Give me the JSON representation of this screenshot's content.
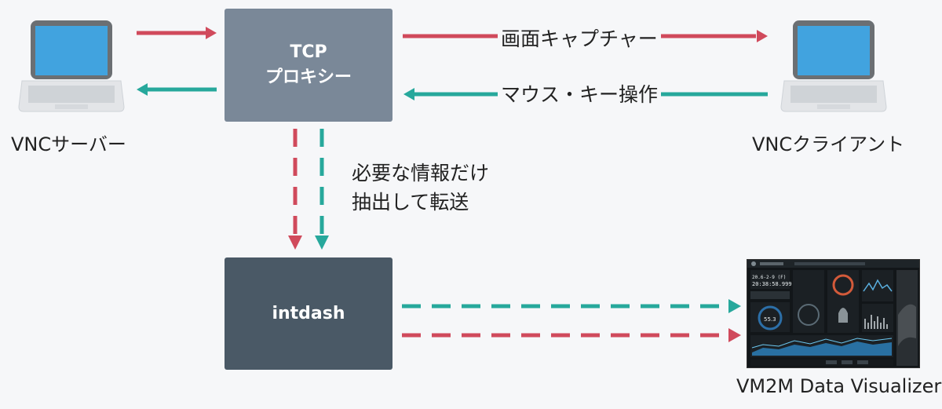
{
  "nodes": {
    "proxy": {
      "line1": "TCP",
      "line2": "プロキシー"
    },
    "intdash": {
      "label": "intdash"
    },
    "vnc_server": {
      "label": "VNCサーバー"
    },
    "vnc_client": {
      "label": "VNCクライアント"
    },
    "visualizer": {
      "label": "VM2M Data Visualizer"
    }
  },
  "edges": {
    "screen_capture": "画面キャプチャー",
    "mouse_key": "マウス・キー操作",
    "extract_line1": "必要な情報だけ",
    "extract_line2": "抽出して転送"
  },
  "dashboard": {
    "clock_date": "20.6-2-9 (F)",
    "clock_time": "20:38:58.999",
    "gauge_value": "55.3"
  },
  "colors": {
    "red": "#d04a5c",
    "teal": "#27a89c",
    "proxy_box": "#7a8898",
    "intdash_box": "#4a5966",
    "screen_blue": "#41a3df"
  }
}
